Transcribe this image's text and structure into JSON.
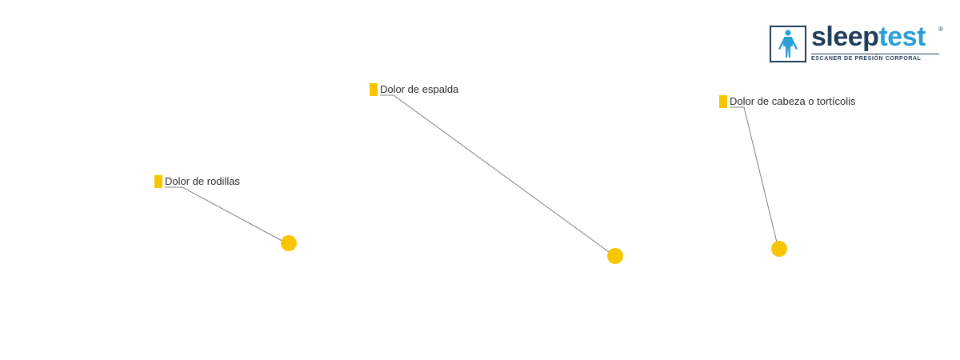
{
  "logo": {
    "word_part1": "sleep",
    "word_part2": "test",
    "registered": "®",
    "tagline": "ESCANER DE PRESIÓN CORPORAL",
    "icon": "human-figure-icon"
  },
  "colors": {
    "marker": "#f7c600",
    "leader_line": "#808080",
    "text": "#2b2b2b",
    "logo_dark": "#1f3c5a",
    "logo_accent": "#2a9ed8"
  },
  "callouts": [
    {
      "id": "rodillas",
      "label": "Dolor de rodillas"
    },
    {
      "id": "espalda",
      "label": "Dolor de espalda"
    },
    {
      "id": "cabeza",
      "label": "Dolor de cabeza o tortícolis"
    }
  ]
}
